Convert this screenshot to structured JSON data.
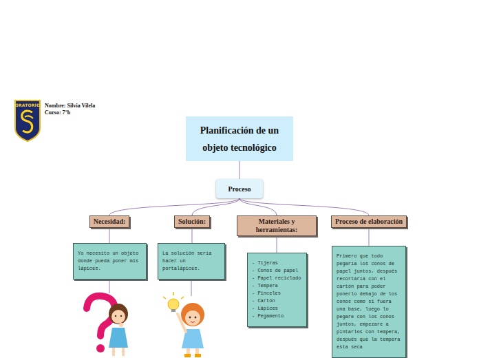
{
  "diagram": {
    "nodes": [
      {
        "text": [
          "Planificación de un objeto tecnológico"
        ]
      },
      {
        "text": [
          "Proceso"
        ]
      },
      {
        "text": [
          "Necesidad:"
        ]
      },
      {
        "text": [
          "Solución:"
        ]
      },
      {
        "text": [
          "Materiales y herramientas:"
        ]
      },
      {
        "text": [
          "Proceso de elaboración"
        ]
      },
      {
        "text": [
          "Yo necesito un objeto donde pueda poner mis lápices."
        ]
      },
      {
        "text": [
          "La solución sería hacer un portalápices."
        ]
      },
      {
        "text": [
          "- Tijeras",
          "- Conos de papel",
          "- Papel reciclado",
          "- Tempera",
          "- Pinceles",
          "- Cartón",
          "- Lápices",
          "- Pegamento"
        ]
      },
      {
        "text": [
          "Primero que todo pegaría los conos de papel juntos, después recortaría con el cartón para poder ponerlo debajo de los conos como si fuera una base, luego lo pegare con los conos juntos, empezare a pintarlos con tempera, después que la tempera esta seca"
        ]
      }
    ],
    "edges": [
      {
        "from": 0,
        "to": 1,
        "arrow": "none"
      },
      {
        "from": 1,
        "to": 2,
        "arrow": "none"
      },
      {
        "from": 1,
        "to": 3,
        "arrow": "none"
      },
      {
        "from": 1,
        "to": 4,
        "arrow": "none"
      },
      {
        "from": 1,
        "to": 5,
        "arrow": "none"
      },
      {
        "from": 2,
        "to": 6,
        "arrow": "none"
      },
      {
        "from": 3,
        "to": 7,
        "arrow": "none"
      },
      {
        "from": 4,
        "to": 8,
        "arrow": "none"
      },
      {
        "from": 5,
        "to": 9,
        "arrow": "none"
      }
    ],
    "labels": [
      "ORATORIO",
      "Nombre: Silvia Vilela",
      "Curso: 7°b"
    ]
  }
}
